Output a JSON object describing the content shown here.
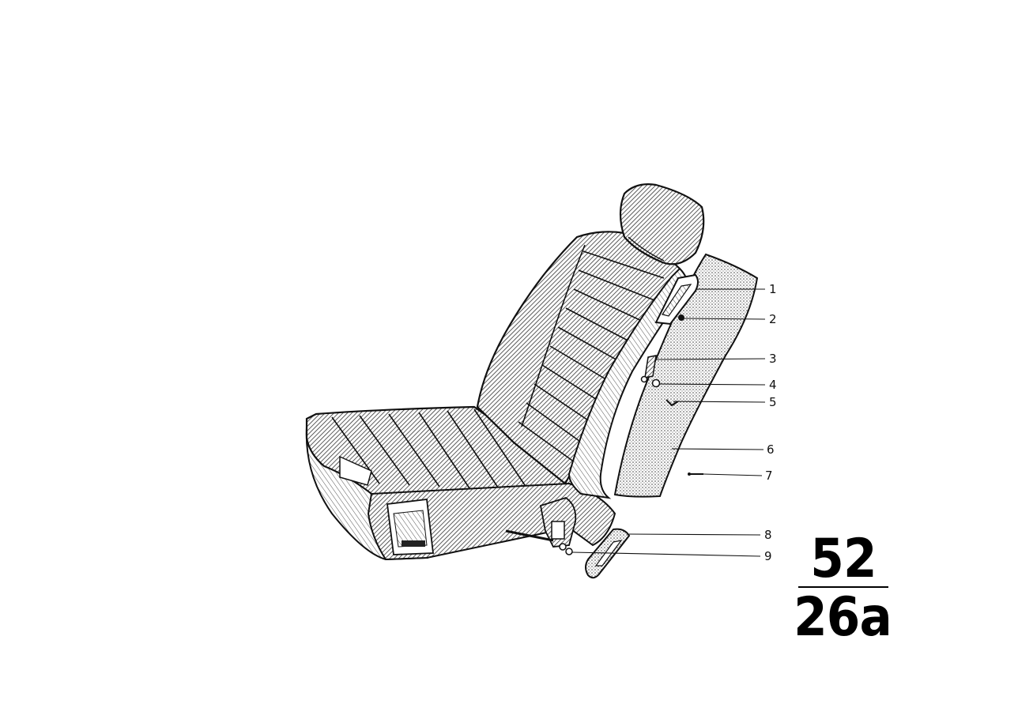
{
  "callouts": [
    {
      "num": "1"
    },
    {
      "num": "2"
    },
    {
      "num": "3"
    },
    {
      "num": "4"
    },
    {
      "num": "5"
    },
    {
      "num": "6"
    },
    {
      "num": "7"
    },
    {
      "num": "8"
    },
    {
      "num": "9"
    }
  ],
  "figure_code": {
    "group": "52",
    "page": "26a"
  }
}
